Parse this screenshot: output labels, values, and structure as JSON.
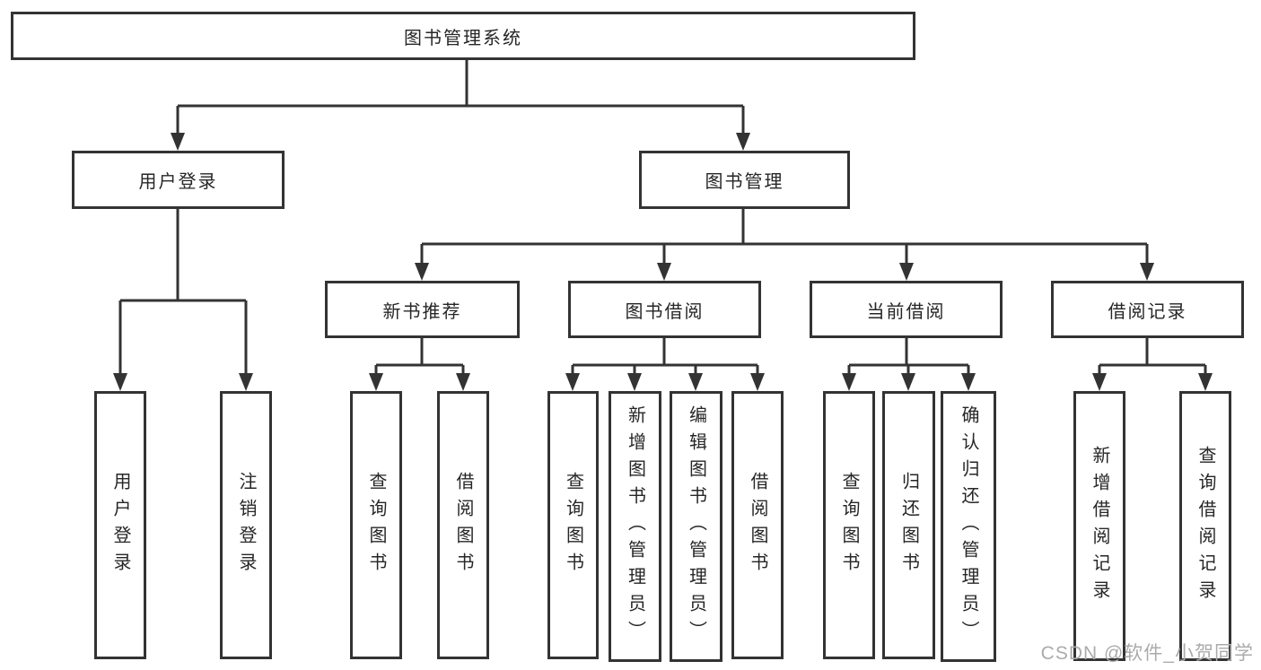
{
  "title": {
    "label": "图书管理系统"
  },
  "level2": {
    "user_login": "用户登录",
    "book_mgmt": "图书管理"
  },
  "level3": {
    "new_books": "新书推荐",
    "book_borrow": "图书借阅",
    "current_borrow": "当前借阅",
    "borrow_records": "借阅记录"
  },
  "leaves": {
    "user_login": [
      "用户登录",
      "注销登录"
    ],
    "new_books": [
      "查询图书",
      "借阅图书"
    ],
    "book_borrow": [
      "查询图书",
      "新增图书（管理员）",
      "编辑图书（管理员）",
      "借阅图书"
    ],
    "current_borrow": [
      "查询图书",
      "归还图书",
      "确认归还（管理员）"
    ],
    "borrow_records": [
      "新增借阅记录",
      "查询借阅记录"
    ]
  },
  "watermark": "CSDN @软件_小贺同学",
  "colors": {
    "line": "#333333",
    "text": "#262626",
    "watermark": "#ababab",
    "background": "#ffffff"
  }
}
